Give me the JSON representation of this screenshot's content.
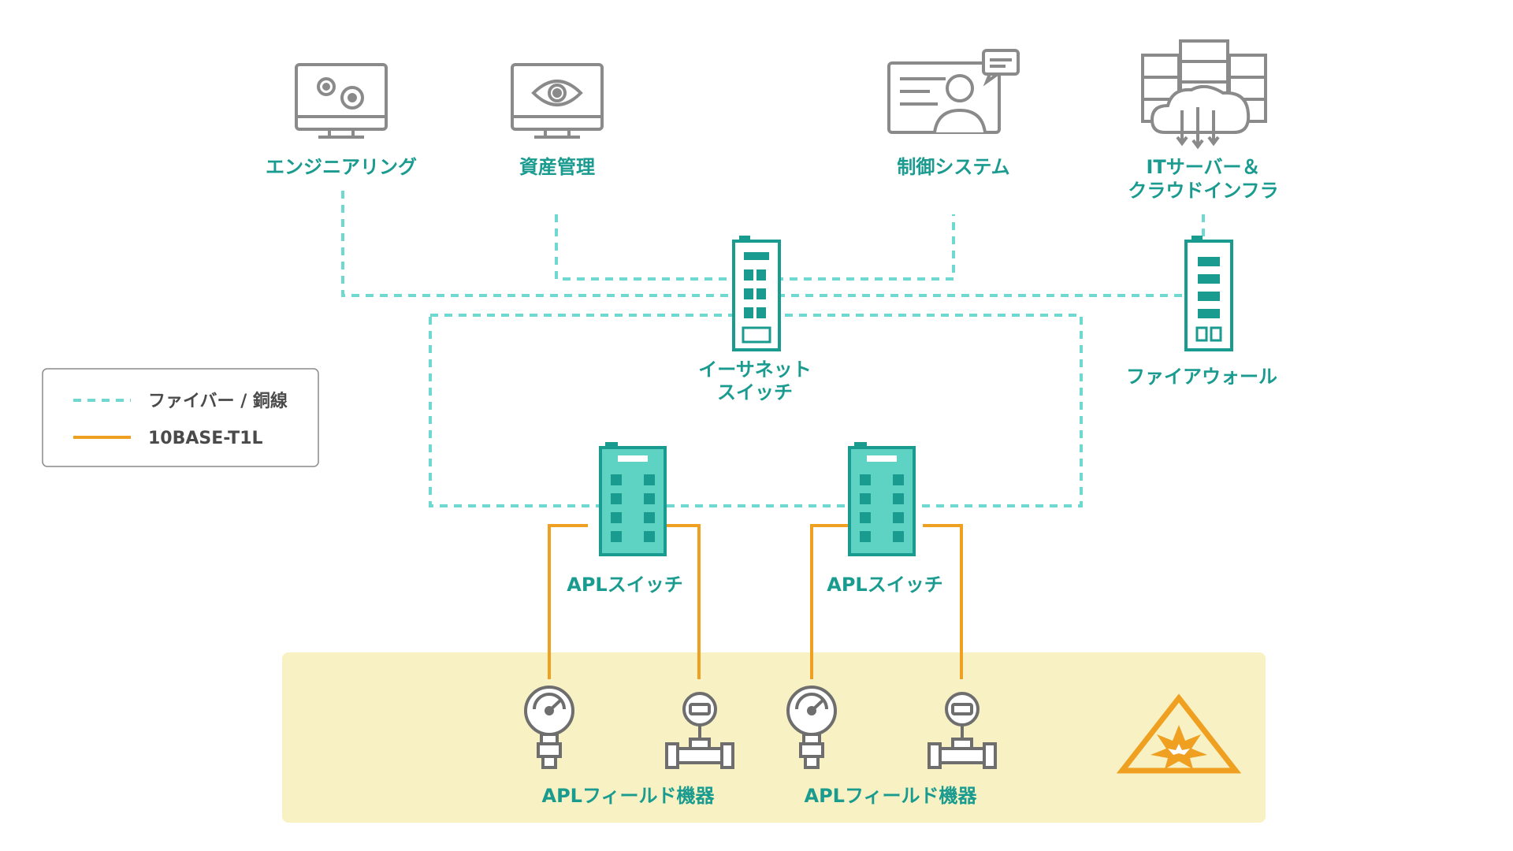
{
  "legend": {
    "fiber_label": "ファイバー / 銅線",
    "t1l_label": "10BASE-T1L"
  },
  "nodes": {
    "engineering": "エンジニアリング",
    "asset_management": "資産管理",
    "control_system": "制御システム",
    "it_server_line1": "ITサーバー＆",
    "it_server_line2": "クラウドインフラ",
    "ethernet_switch_line1": "イーサネット",
    "ethernet_switch_line2": "スイッチ",
    "firewall": "ファイアウォール",
    "apl_switch_left": "APLスイッチ",
    "apl_switch_right": "APLスイッチ",
    "apl_field_left": "APLフィールド機器",
    "apl_field_right": "APLフィールド機器"
  },
  "colors": {
    "teal": "#1a9b8f",
    "teal_fill": "#5fd3c3",
    "dashed_line": "#6fd8d0",
    "orange": "#f0a020",
    "hazard_zone": "#f7f1c3",
    "icon_gray": "#8a8a8a"
  }
}
